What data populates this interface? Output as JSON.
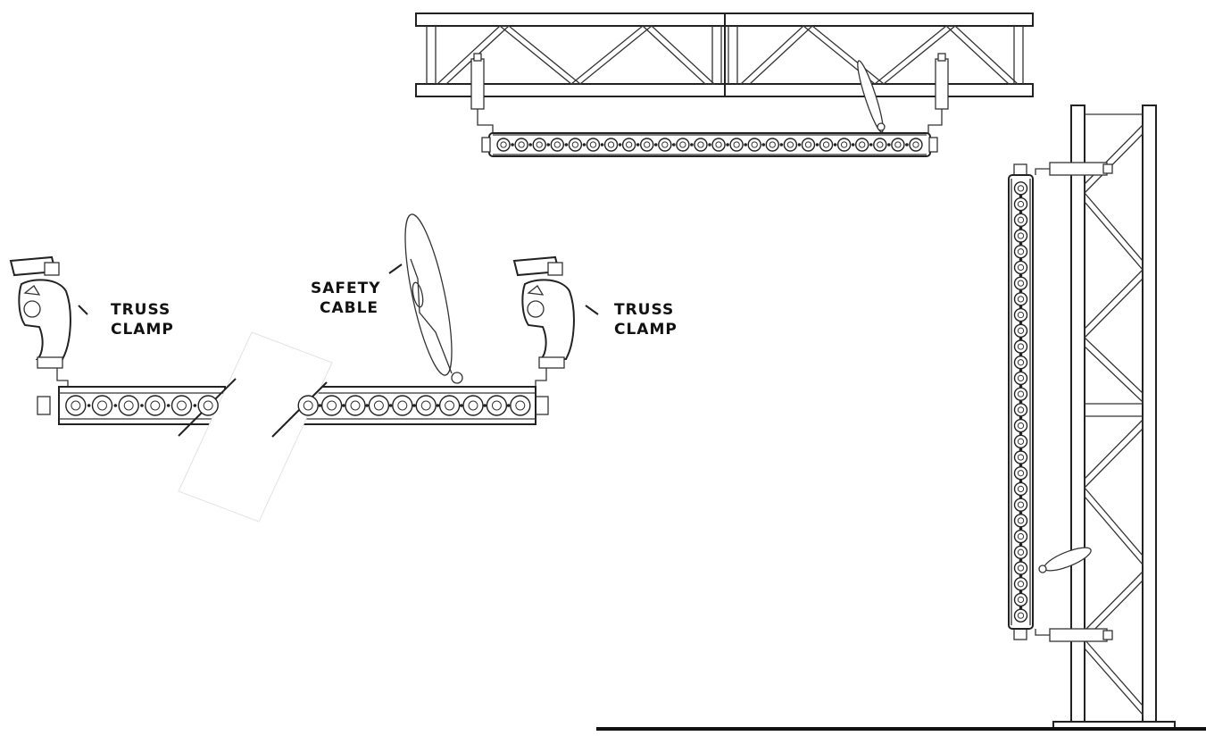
{
  "labels": {
    "truss_clamp_left": [
      "TRUSS",
      "CLAMP"
    ],
    "safety_cable": [
      "SAFETY",
      "CABLE"
    ],
    "truss_clamp_right": [
      "TRUSS",
      "CLAMP"
    ]
  },
  "fixture": {
    "top_led_count": 24,
    "left_segment_led_count": 6,
    "right_segment_led_count": 10,
    "vertical_led_count": 28
  }
}
